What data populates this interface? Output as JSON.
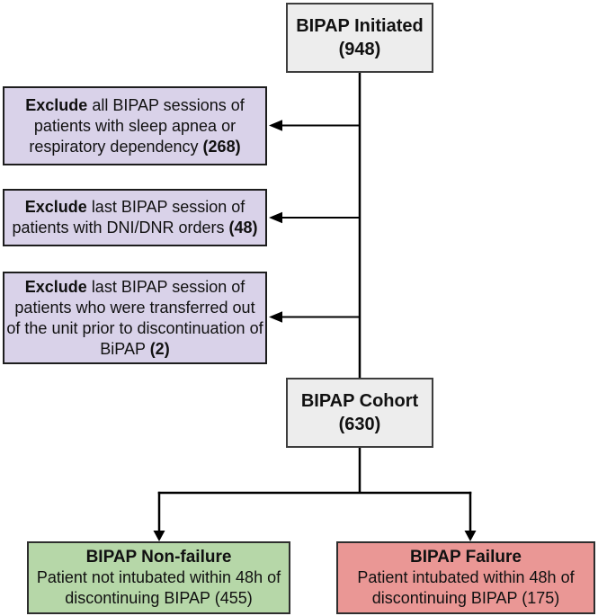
{
  "nodes": {
    "initiated": {
      "label": "BIPAP Initiated",
      "count": "(948)",
      "value": 948
    },
    "exclusions": [
      {
        "lead": "Exclude",
        "body": "all BIPAP sessions of patients with sleep apnea or respiratory dependency",
        "count": "(268)",
        "value": 268
      },
      {
        "lead": "Exclude",
        "body": "last BIPAP session of patients with DNI/DNR orders",
        "count": "(48)",
        "value": 48
      },
      {
        "lead": "Exclude",
        "body": "last BIPAP session of patients who were transferred out of the unit prior to discontinuation of BiPAP",
        "count": "(2)",
        "value": 2
      }
    ],
    "cohort": {
      "label": "BIPAP Cohort",
      "count": "(630)",
      "value": 630
    },
    "nonfailure": {
      "title": "BIPAP Non-failure",
      "body_lines": [
        "Patient not intubated within 48h of",
        "discontinuing BIPAP (455)"
      ],
      "value": 455
    },
    "failure": {
      "title": "BIPAP Failure",
      "body_lines": [
        "Patient intubated within 48h of",
        "discontinuing BIPAP (175)"
      ],
      "value": 175
    }
  },
  "edges": [
    {
      "from": "initiated",
      "to": "cohort",
      "style": "vertical-line"
    },
    {
      "from": "initiated-to-cohort-line",
      "to": "exclusion-1",
      "style": "left-arrow"
    },
    {
      "from": "initiated-to-cohort-line",
      "to": "exclusion-2",
      "style": "left-arrow"
    },
    {
      "from": "initiated-to-cohort-line",
      "to": "exclusion-3",
      "style": "left-arrow"
    },
    {
      "from": "cohort",
      "to": "nonfailure",
      "style": "down-arrow"
    },
    {
      "from": "cohort",
      "to": "failure",
      "style": "down-arrow"
    }
  ],
  "colors": {
    "background": "#ffffff",
    "node_fill_gray": "#ededed",
    "node_fill_purple": "#d9d2e9",
    "node_fill_green": "#b6d7a8",
    "node_fill_red": "#ea9795",
    "node_border": "#2e2e2e",
    "connector": "#000000",
    "text": "#111111"
  }
}
